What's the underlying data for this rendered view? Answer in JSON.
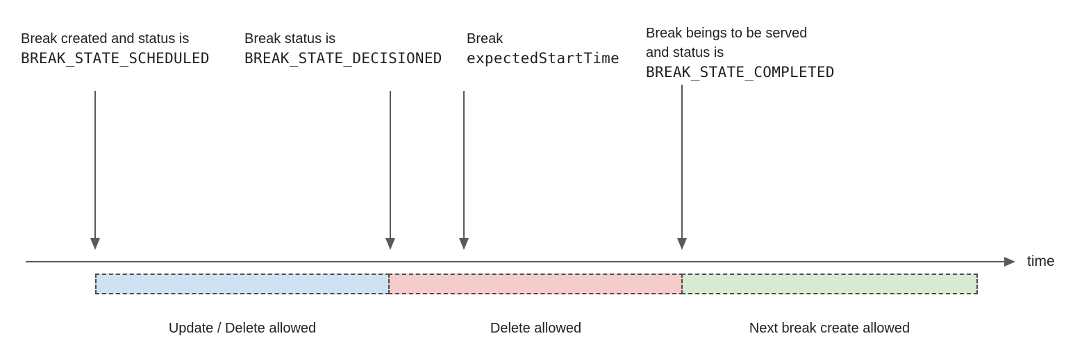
{
  "diagram": {
    "annotations": [
      {
        "text": "Break created and status is",
        "code": "BREAK_STATE_SCHEDULED"
      },
      {
        "text": "Break status is",
        "code": "BREAK_STATE_DECISIONED"
      },
      {
        "text": "Break",
        "code": "expectedStartTime"
      },
      {
        "text": "Break beings to be served\nand status is",
        "code": "BREAK_STATE_COMPLETED"
      }
    ],
    "timeline": {
      "axis_label": "time",
      "line_color": "#595959"
    },
    "segments": [
      {
        "label": "Update / Delete allowed",
        "fill_color": "#cfe2f3"
      },
      {
        "label": "Delete allowed",
        "fill_color": "#f4cccc"
      },
      {
        "label": "Next break create allowed",
        "fill_color": "#d9ead3"
      }
    ],
    "segment_border_color": "#4a4a4a"
  }
}
